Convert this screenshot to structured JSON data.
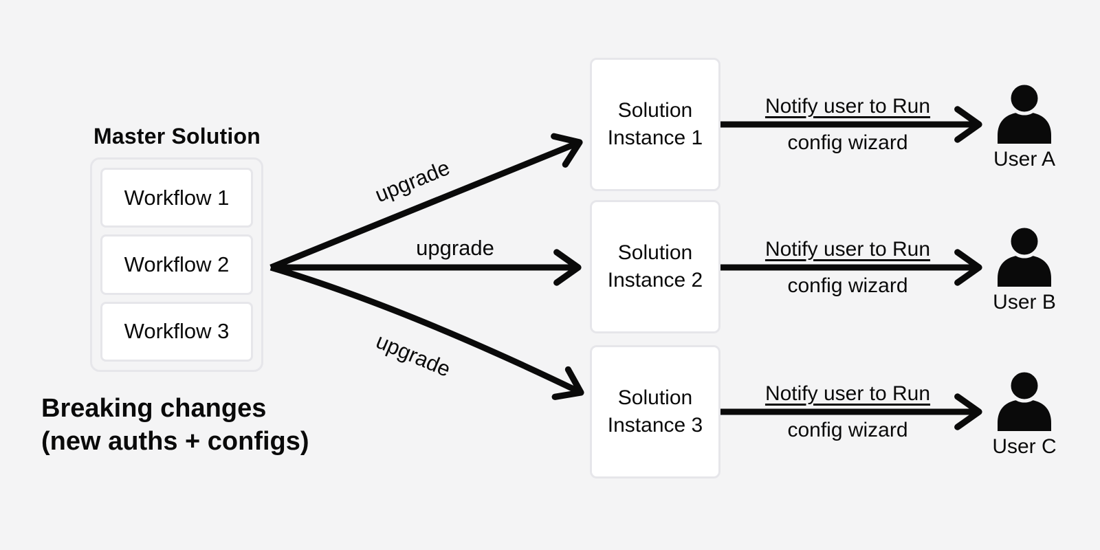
{
  "colors": {
    "background": "#f4f4f5",
    "node_fill": "#ffffff",
    "node_border": "#e6e6ea",
    "ink": "#0a0a0a"
  },
  "master": {
    "title": "Master Solution",
    "workflows": [
      "Workflow 1",
      "Workflow 2",
      "Workflow 3"
    ]
  },
  "note_lines": [
    "Breaking changes",
    "(new auths + configs)"
  ],
  "upgrade_label": "upgrade",
  "rows": [
    {
      "instance_label": "Solution Instance 1",
      "notify_line1": "Notify user to Run",
      "notify_line2": "config wizard",
      "user_label": "User A"
    },
    {
      "instance_label": "Solution Instance 2",
      "notify_line1": "Notify user to Run",
      "notify_line2": "config wizard",
      "user_label": "User B"
    },
    {
      "instance_label": "Solution Instance 3",
      "notify_line1": "Notify user to Run",
      "notify_line2": "config wizard",
      "user_label": "User C"
    }
  ],
  "icons": {
    "user": "person-silhouette"
  }
}
